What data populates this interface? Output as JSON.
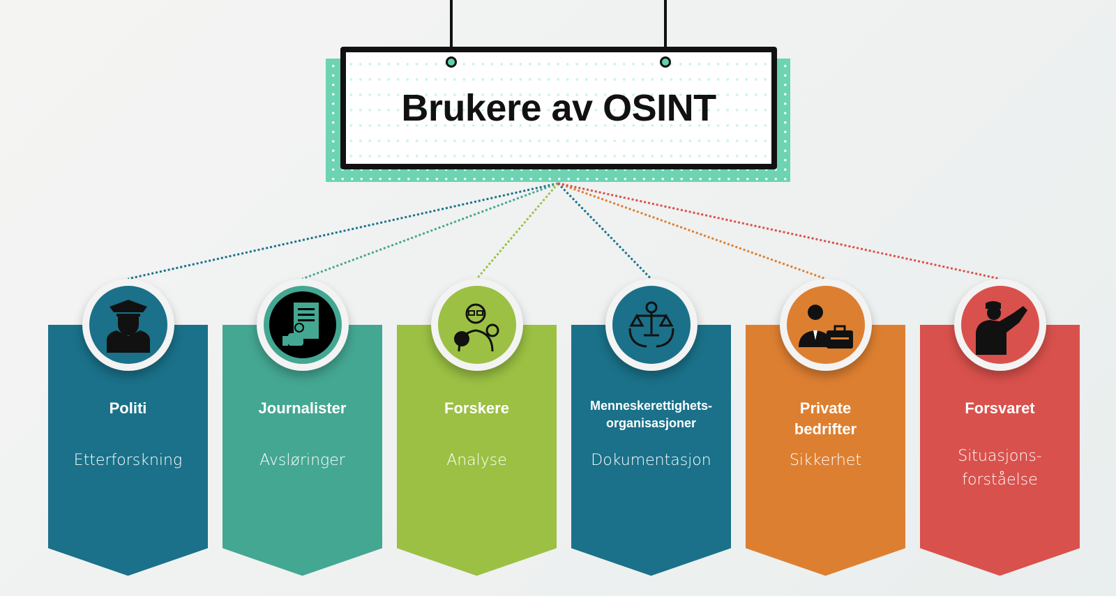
{
  "title": "Brukere av OSINT",
  "users": [
    {
      "label": "Politi",
      "description": "Etterforskning",
      "color": "#1a7189",
      "icon": "police-officer-icon"
    },
    {
      "label": "Journalister",
      "description": "Avsløringer",
      "color": "#44a792",
      "icon": "journalist-icon"
    },
    {
      "label": "Forskere",
      "description": "Analyse",
      "color": "#9bc043",
      "icon": "researcher-icon"
    },
    {
      "label": "Menneskerettighets-organisasjoner",
      "description": "Dokumentasjon",
      "color": "#1a7189",
      "icon": "justice-scale-icon"
    },
    {
      "label": "Private bedrifter",
      "description": "Sikkerhet",
      "color": "#dd7f31",
      "icon": "businessman-icon"
    },
    {
      "label": "Forsvaret",
      "description": "Situasjons-forståelse",
      "color": "#d9514c",
      "icon": "saluting-soldier-icon"
    }
  ]
}
